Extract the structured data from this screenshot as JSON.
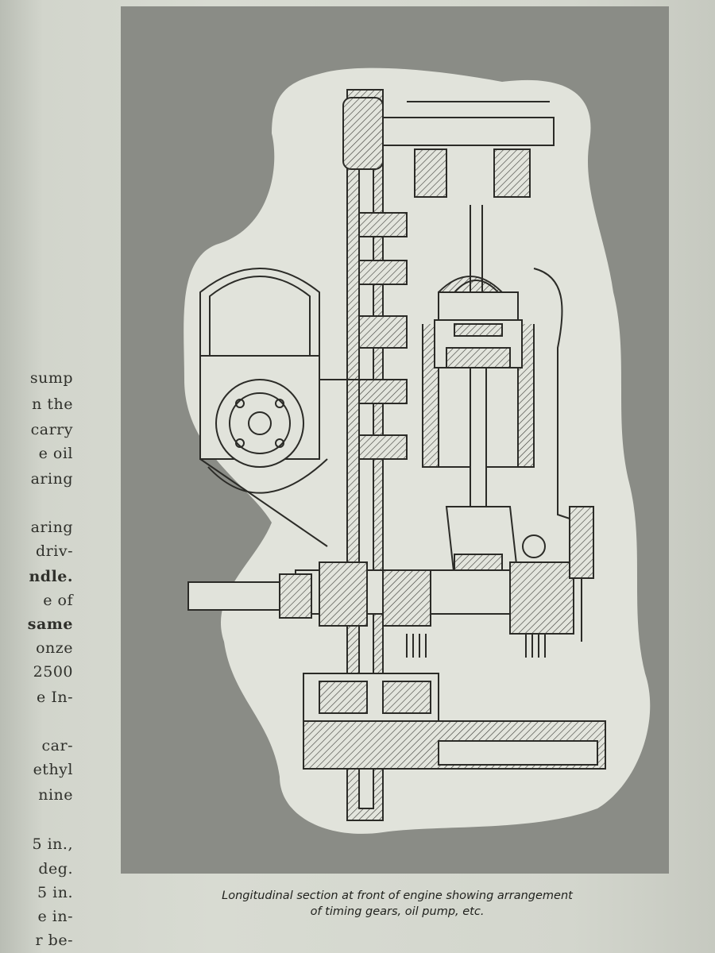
{
  "left_column": {
    "fragments": [
      {
        "text": "sump",
        "top": 0,
        "bold": false
      },
      {
        "text": "n the",
        "top": 0,
        "bold": false
      },
      {
        "text": "carry",
        "top": 0,
        "bold": false
      },
      {
        "text": "e oil",
        "top": 0,
        "bold": false
      },
      {
        "text": "aring",
        "top": 0,
        "bold": false
      },
      {
        "text": "aring",
        "top": 0,
        "bold": false
      },
      {
        "text": "driv-",
        "top": 0,
        "bold": false
      },
      {
        "text": "ndle.",
        "top": 0,
        "bold": true
      },
      {
        "text": "e of",
        "top": 0,
        "bold": false
      },
      {
        "text": "same",
        "top": 0,
        "bold": true
      },
      {
        "text": "onze",
        "top": 0,
        "bold": false
      },
      {
        "text": "2500",
        "top": 0,
        "bold": false
      },
      {
        "text": "e In-",
        "top": 0,
        "bold": false
      },
      {
        "text": "car-",
        "top": 0,
        "bold": false
      },
      {
        "text": "ethyl",
        "top": 0,
        "bold": false
      },
      {
        "text": "nine",
        "top": 0,
        "bold": false
      },
      {
        "text": "5 in.,",
        "top": 0,
        "bold": false
      },
      {
        "text": "deg.",
        "top": 0,
        "bold": false
      },
      {
        "text": "5 in.",
        "top": 0,
        "bold": false
      },
      {
        "text": "e in-",
        "top": 0,
        "bold": false
      },
      {
        "text": "r be-",
        "top": 0,
        "bold": false
      }
    ]
  },
  "figure": {
    "caption_line1": "Longitudinal section at front of engine showing arrangement",
    "caption_line2": "of timing gears, oil pump, etc."
  }
}
